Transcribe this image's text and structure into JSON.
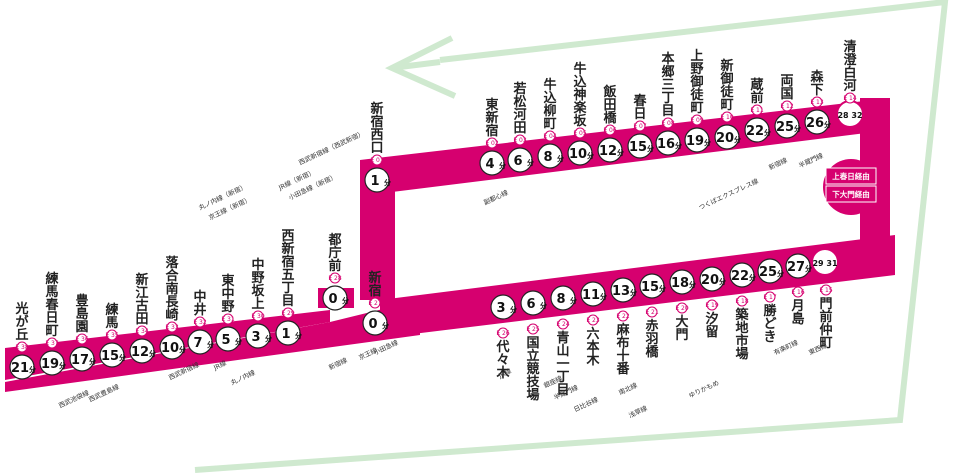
{
  "colors": {
    "line": "#d6006f",
    "arrow": "#cfe9cf",
    "station_fill": "#ffffff",
    "text": "#222222",
    "badge_fill": "#ffffff"
  },
  "legend": {
    "via_kasuga": "上春日経由",
    "via_daimon": "下大門経由"
  },
  "terminal_badge": {
    "top": "28 32",
    "bottom": "29 31"
  },
  "stations": [
    {
      "id": "E38",
      "name": "光が丘",
      "code": "E 38",
      "time": "21",
      "col": 0
    },
    {
      "id": "E37",
      "name": "練馬春日町",
      "code": "E 37",
      "time": "19",
      "col": 1
    },
    {
      "id": "E36",
      "name": "豊島園",
      "code": "E 36",
      "time": "17",
      "col": 2
    },
    {
      "id": "E35",
      "name": "練馬",
      "code": "E 35",
      "time": "15",
      "col": 3
    },
    {
      "id": "E34",
      "name": "新江古田",
      "code": "E 34",
      "time": "12",
      "col": 4
    },
    {
      "id": "E33",
      "name": "落合南長崎",
      "code": "E 33",
      "time": "10",
      "col": 5
    },
    {
      "id": "E32",
      "name": "中井",
      "code": "E 32",
      "time": "7",
      "col": 6
    },
    {
      "id": "E31",
      "name": "東中野",
      "code": "E 31",
      "time": "5",
      "col": 7
    },
    {
      "id": "E30",
      "name": "中野坂上",
      "code": "E 30",
      "time": "3",
      "col": 8
    },
    {
      "id": "E29",
      "name": "西新宿五丁目",
      "code": "E 29",
      "time": "1",
      "col": 9
    },
    {
      "id": "E28",
      "name": "都庁前",
      "code": "E 28",
      "time": "0",
      "col": 10
    },
    {
      "id": "E27",
      "name": "新宿",
      "code": "E 27",
      "time": "0",
      "col": 11
    },
    {
      "id": "E01",
      "name": "新宿西口",
      "code": "E 01",
      "time": "1",
      "col": 12
    },
    {
      "id": "E02",
      "name": "東新宿",
      "code": "E 02",
      "time": "4",
      "col": 13
    },
    {
      "id": "E03",
      "name": "若松河田",
      "code": "E 03",
      "time": "6",
      "col": 14
    },
    {
      "id": "E04",
      "name": "牛込柳町",
      "code": "E 04",
      "time": "8",
      "col": 15
    },
    {
      "id": "E05",
      "name": "牛込神楽坂",
      "code": "E 05",
      "time": "10",
      "col": 16
    },
    {
      "id": "E06",
      "name": "飯田橋",
      "code": "E 06",
      "time": "12",
      "col": 17
    },
    {
      "id": "E07",
      "name": "春日",
      "code": "E 07",
      "time": "15",
      "col": 18
    },
    {
      "id": "E08",
      "name": "本郷三丁目",
      "code": "E 08",
      "time": "16",
      "col": 19
    },
    {
      "id": "E09",
      "name": "上野御徒町",
      "code": "E 09",
      "time": "19",
      "col": 20
    },
    {
      "id": "E10",
      "name": "新御徒町",
      "code": "E 10",
      "time": "20",
      "col": 21
    },
    {
      "id": "E11",
      "name": "蔵前",
      "code": "E 11",
      "time": "22",
      "col": 22
    },
    {
      "id": "E12",
      "name": "両国",
      "code": "E 12",
      "time": "25",
      "col": 23
    },
    {
      "id": "E13",
      "name": "森下",
      "code": "E 13",
      "time": "26",
      "col": 24
    },
    {
      "id": "E14",
      "name": "清澄白河",
      "code": "E 14",
      "col": 25
    },
    {
      "id": "E26",
      "name": "代々木",
      "code": "E 26",
      "time": "3",
      "col": 13
    },
    {
      "id": "E25",
      "name": "国立競技場",
      "code": "E 25",
      "time": "6",
      "col": 14
    },
    {
      "id": "E24",
      "name": "青山一丁目",
      "code": "E 24",
      "time": "8",
      "col": 15
    },
    {
      "id": "E23",
      "name": "六本木",
      "code": "E 23",
      "time": "11",
      "col": 16
    },
    {
      "id": "E22",
      "name": "麻布十番",
      "code": "E 22",
      "time": "13",
      "col": 17
    },
    {
      "id": "E21",
      "name": "赤羽橋",
      "code": "E 21",
      "time": "15",
      "col": 18
    },
    {
      "id": "E20",
      "name": "大門",
      "code": "E 20",
      "time": "18",
      "col": 19
    },
    {
      "id": "E19",
      "name": "汐留",
      "code": "E 19",
      "time": "20",
      "col": 20
    },
    {
      "id": "E18",
      "name": "築地市場",
      "code": "E 18",
      "time": "22",
      "col": 21
    },
    {
      "id": "E17",
      "name": "勝どき",
      "code": "E 17",
      "time": "25",
      "col": 22
    },
    {
      "id": "E16",
      "name": "月島",
      "code": "E 16",
      "time": "27",
      "col": 23
    },
    {
      "id": "E15",
      "name": "門前仲町",
      "code": "E 15",
      "col": 24
    }
  ],
  "minute_suffix": "分",
  "transfers": {
    "jr_shinjuku": "JR線（新宿）",
    "odakyu": "小田急線（新宿）",
    "marunouchi_shinjuku": "丸ノ内線（新宿）",
    "keio_shinjuku": "京王線（新宿）",
    "seibu_shinjuku": "西武新宿線（西武新宿）",
    "fukutoshin": "副都心線",
    "seibu_ikebukuro": "西武池袋線",
    "seibu_toshima": "西武豊島線",
    "seibu_shinjuku_line": "西武新宿線",
    "jr_line": "JR線",
    "marunouchi": "丸ノ内線",
    "shinjuku_line": "新宿線",
    "keio_line": "京王線",
    "odakyu_line": "小田急線",
    "ginza": "銀座線",
    "hanzomon": "半蔵門線",
    "hibiya": "日比谷線",
    "nanboku": "南北線",
    "asakusa": "浅草線",
    "yurikamome": "ゆりかもめ",
    "tozai": "東西線",
    "yurakucho": "有楽町線",
    "tx": "つくばエクスプレス線",
    "oedo_shinjuku": "新宿線",
    "hanzomon2": "半蔵門線"
  }
}
